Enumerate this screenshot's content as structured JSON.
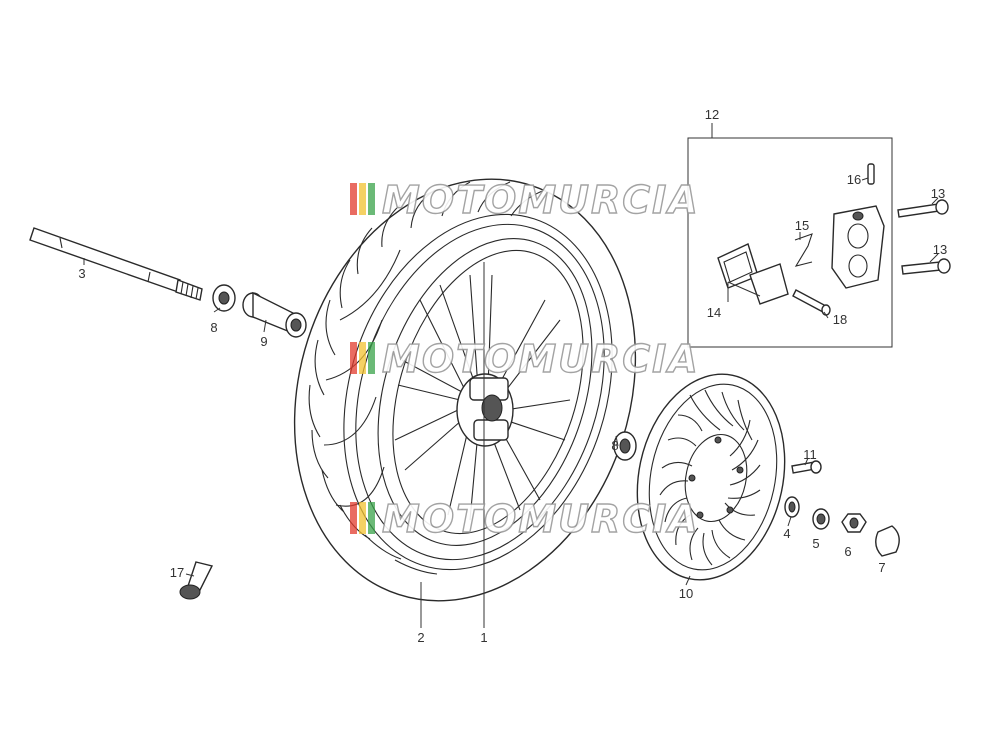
{
  "watermark": {
    "text": "MOTOMURCIA",
    "stripe_colors": [
      "#e23b2e",
      "#f2c230",
      "#3aa34a"
    ]
  },
  "callouts": {
    "c1": "1",
    "c2": "2",
    "c3": "3",
    "c4": "4",
    "c5": "5",
    "c6": "6",
    "c7": "7",
    "c8a": "8",
    "c8b": "8",
    "c9": "9",
    "c10": "10",
    "c11": "11",
    "c12": "12",
    "c13a": "13",
    "c13b": "13",
    "c14": "14",
    "c15": "15",
    "c16": "16",
    "c17": "17",
    "c18": "18"
  }
}
